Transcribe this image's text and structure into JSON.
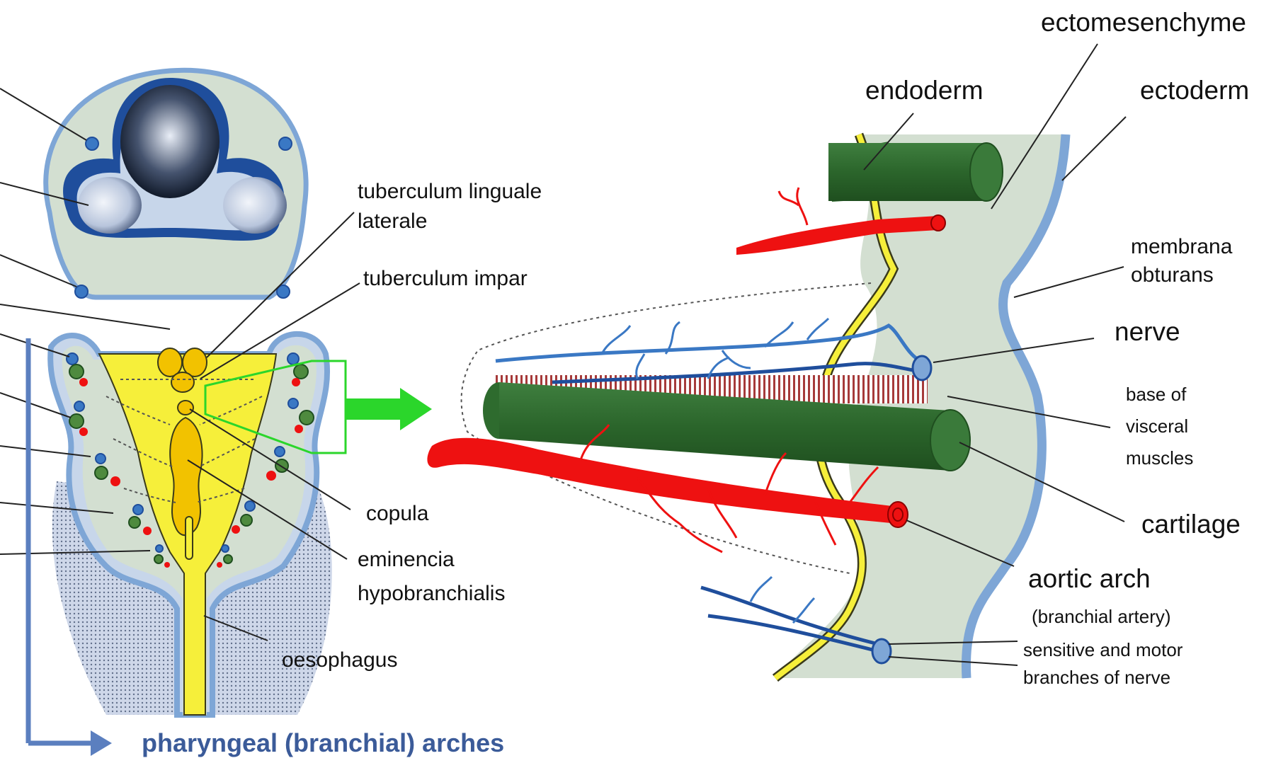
{
  "labels": {
    "ectomesenchyme": "ectomesenchyme",
    "endoderm": "endoderm",
    "ectoderm": "ectoderm",
    "tuberculum_linguale_1": "tuberculum linguale",
    "tuberculum_linguale_2": "laterale",
    "tuberculum_impar": "tuberculum impar",
    "membrana_1": "membrana",
    "membrana_2": "obturans",
    "nerve": "nerve",
    "base_1": "base of",
    "base_2": "visceral",
    "base_3": "muscles",
    "cartilage": "cartilage",
    "copula": "copula",
    "eminencia_1": "eminencia",
    "eminencia_2": "hypobranchialis",
    "aortic_arch": "aortic arch",
    "branchial_artery": "(branchial artery)",
    "sensitive_1": "sensitive and motor",
    "sensitive_2": "branches of nerve",
    "oesophagus": "oesophagus"
  },
  "caption": "pharyngeal (branchial) arches",
  "colors": {
    "caption": "#3b5b99",
    "bracket": "#5b7fbf",
    "mesenchyme": "#d3dfd1",
    "ectoderm_blue": "#7ea6d6",
    "dark_blue": "#1f4e9c",
    "light_blue": "#c7d6ea",
    "yellow": "#f6ef3a",
    "yellow_dark": "#f2c200",
    "green_cartilage": "#2e6b2e",
    "red_artery": "#ee1111",
    "nerve_blue": "#3a78c4",
    "arrow_green": "#2bd62b",
    "muscle": "#a63a3a"
  }
}
